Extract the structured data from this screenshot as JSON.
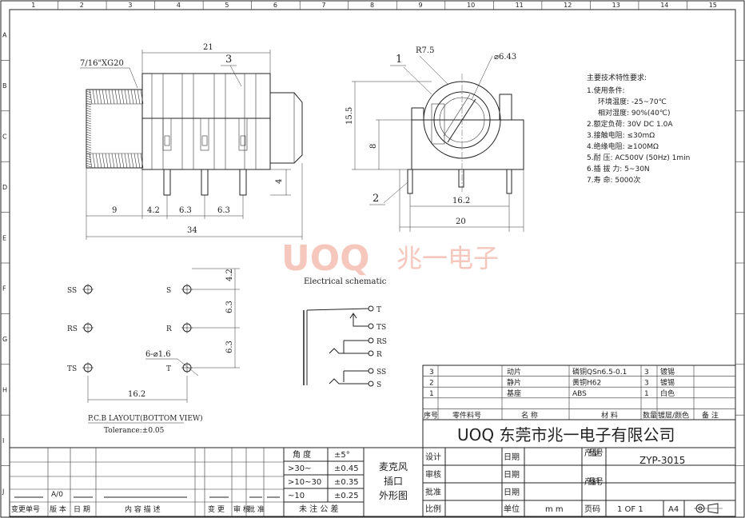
{
  "border": {
    "cols": [
      "1",
      "2",
      "3",
      "4",
      "5",
      "6",
      "7",
      "8",
      "9",
      "10",
      "11",
      "12",
      "13",
      "14",
      "15"
    ],
    "rows": [
      "A",
      "B",
      "C",
      "D",
      "E",
      "F",
      "G",
      "H",
      "I",
      "J"
    ]
  },
  "front_view": {
    "thread": "7/16\"XG20",
    "dims": {
      "total": "21",
      "a": "9",
      "b": "4.2",
      "c": "6.3",
      "d": "6.3",
      "overall": "34",
      "h": "4"
    },
    "balloon": "3"
  },
  "side_view": {
    "radius": "R7.5",
    "diameter": "⌀6.43",
    "height": "15.5",
    "mid": "8",
    "pin_span": "16.2",
    "width": "20",
    "balloons": [
      "1",
      "2"
    ]
  },
  "specs": {
    "title": "主要技术特性要求:",
    "lines": [
      "1.使用条件:",
      "环境温度: -25~70℃",
      "相对湿度: 90%(40℃)",
      "2.额定负荷: 30V DC 1.0A",
      "3.接触电阻: ≤30mΩ",
      "4.绝缘电阻: ≥100MΩ",
      "5.耐   压: AC500V (50Hz) 1min",
      "6.插 拔 力: 5~30N",
      "7.寿   命: 5000次"
    ]
  },
  "watermark": {
    "brand": "UOQ",
    "cn": "兆一电子"
  },
  "pcb": {
    "pins": [
      "SS",
      "S",
      "RS",
      "R",
      "TS",
      "T"
    ],
    "dims": {
      "v1": "4.2",
      "v2": "6.3",
      "v3": "6.3",
      "hole": "6-⌀1.6",
      "span": "16.2"
    },
    "title": "P.C.B LAYOUT(BOTTOM VIEW)",
    "tolerance": "Tolerance:±0.05"
  },
  "schematic": {
    "title": "Electrical schematic",
    "labels": [
      "T",
      "TS",
      "RS",
      "R",
      "SS",
      "S"
    ]
  },
  "tolerance_table": {
    "header": [
      "角 度",
      "±5°"
    ],
    "rows": [
      [
        ">30~",
        "±0.45"
      ],
      [
        ">10~30",
        "±0.35"
      ],
      [
        "~10",
        "±0.25"
      ]
    ],
    "footer": "未 注 公 差"
  },
  "product_name": [
    "麦克风",
    "插口",
    "外形图"
  ],
  "revision_footer": [
    "变更单号",
    "版 本",
    "日 期",
    "内 容 描 述",
    "变 更",
    "审 核",
    "批 准"
  ],
  "revision_value": "A/0",
  "bom": {
    "rows": [
      [
        "3",
        "动片",
        "磷铜QSn6.5-0.1",
        "3",
        "镀锡"
      ],
      [
        "2",
        "静片",
        "黄铜H62",
        "3",
        "镀锡"
      ],
      [
        "1",
        "基座",
        "ABS",
        "1",
        "白色"
      ]
    ],
    "header": [
      "序号",
      "零件料号",
      "名  称",
      "材  料",
      "数量",
      "镀层/颜色",
      "备  注"
    ]
  },
  "company": "UOQ 东莞市兆一电子有限公司",
  "title_block": {
    "design": "设计",
    "check": "审核",
    "approve": "批准",
    "scale": "比例",
    "date": "日期",
    "unit": "单位",
    "unit_val": "m m",
    "model_label": "产品型号",
    "model": "ZYP-3015",
    "part_label": "产品料号",
    "page_label": "页码",
    "page": "1 OF 1",
    "size": "A4"
  }
}
